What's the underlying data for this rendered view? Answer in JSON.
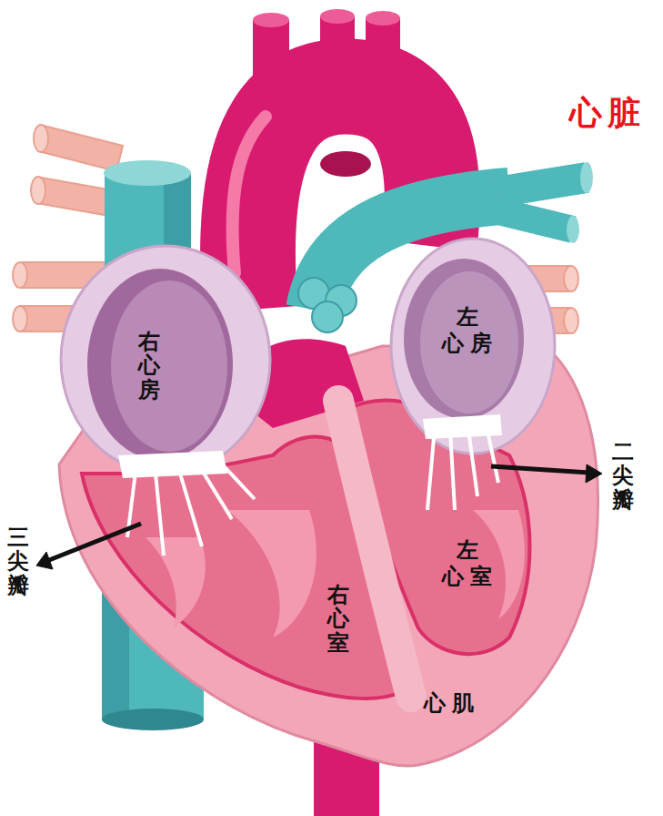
{
  "diagram": {
    "title": "心脏",
    "labels": [
      "右心房",
      "左心房",
      "二尖瓣",
      "三尖瓣",
      "左心室",
      "右心室",
      "心肌"
    ]
  }
}
